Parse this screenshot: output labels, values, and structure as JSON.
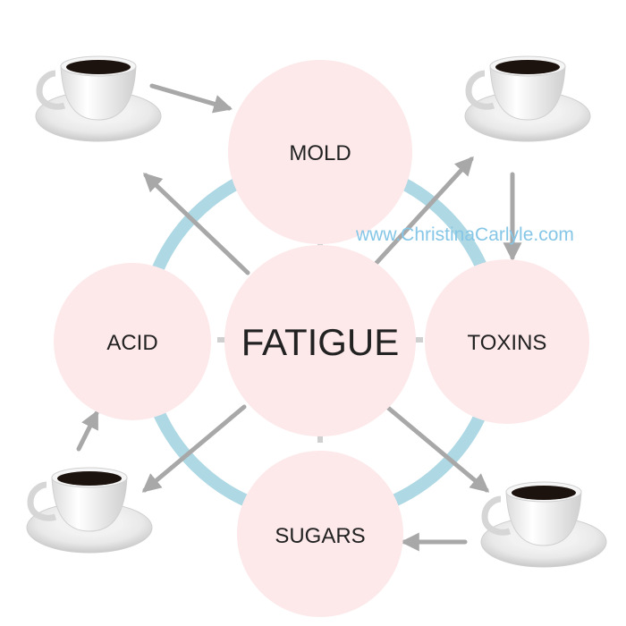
{
  "diagram": {
    "center": {
      "label": "FATIGUE"
    },
    "nodes": [
      {
        "id": "mold",
        "label": "MOLD"
      },
      {
        "id": "acid",
        "label": "ACID"
      },
      {
        "id": "toxins",
        "label": "TOXINS"
      },
      {
        "id": "sugars",
        "label": "SUGARS"
      }
    ],
    "watermark": "www.ChristinaCarlyle.com",
    "icons": {
      "coffee_cup": "coffee-cup-icon"
    }
  },
  "colors": {
    "circle_fill": "#fde8ea",
    "ring": "#add8e4",
    "arrow": "#a8a8a8",
    "connector": "#cfcfcf",
    "watermark": "#86c6e6",
    "text": "#222222"
  }
}
